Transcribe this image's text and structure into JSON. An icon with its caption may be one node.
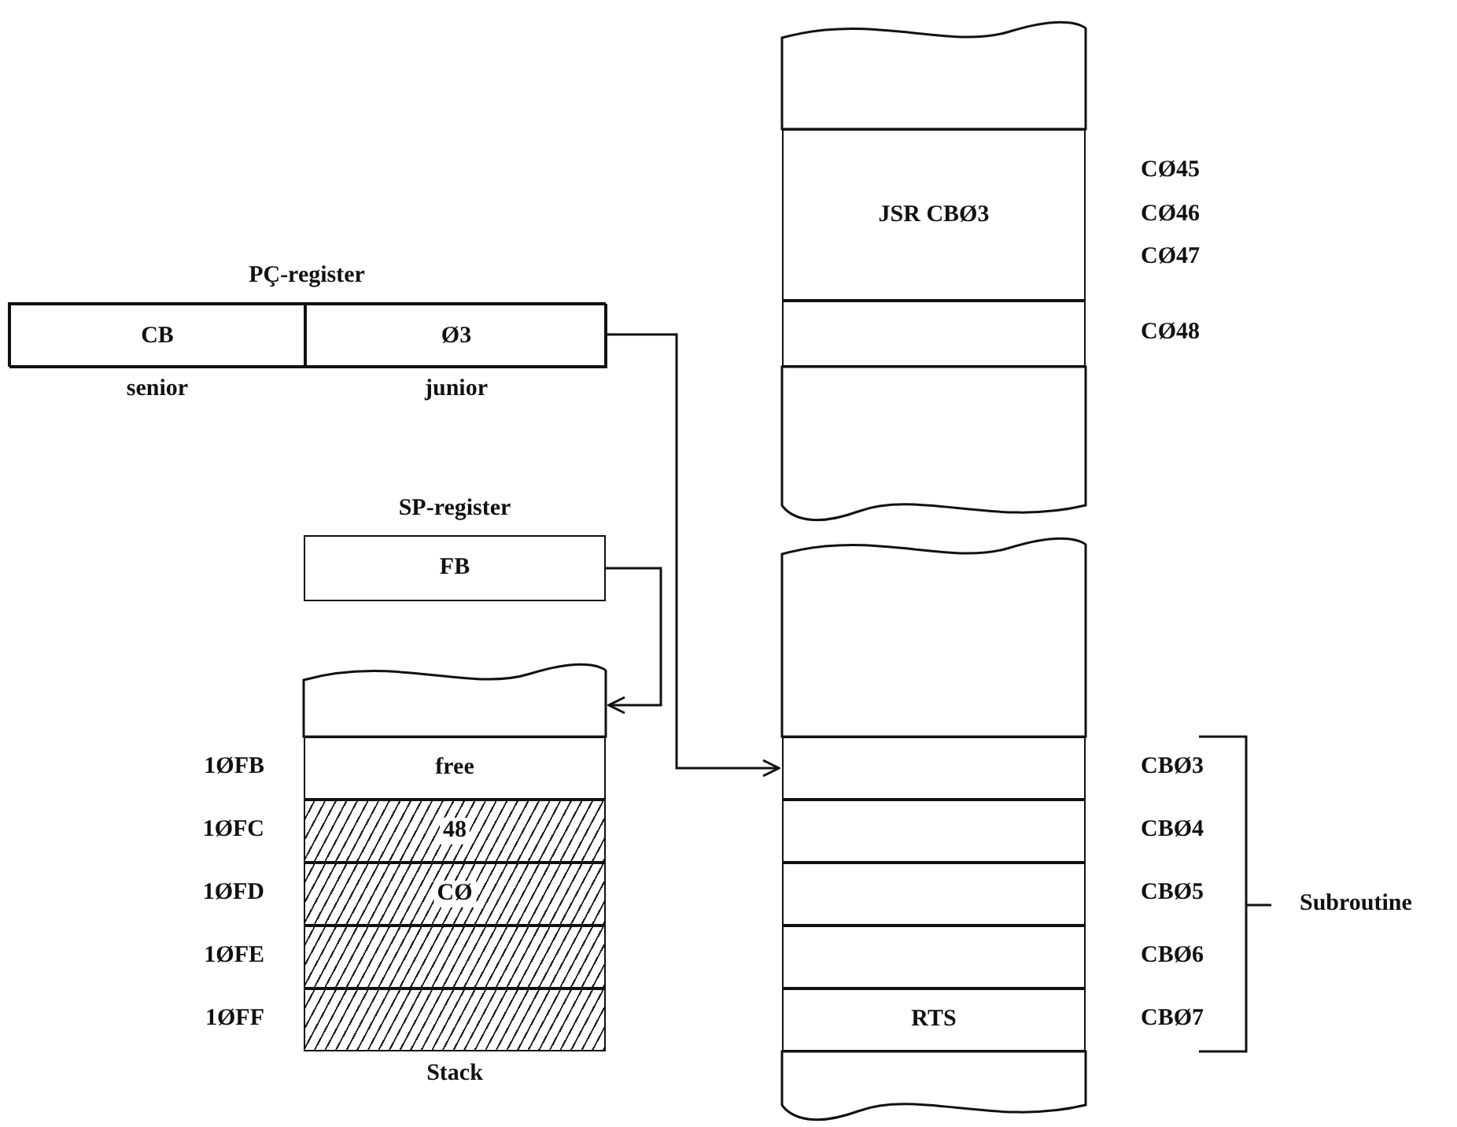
{
  "diagram": {
    "nodes": [
      {
        "text": [
          "PÇ-register"
        ]
      },
      {
        "text": [
          "CB"
        ],
        "in": 0,
        "beside": [
          "senior"
        ]
      },
      {
        "text": [
          "Ø3"
        ],
        "in": 0,
        "beside": [
          "junior"
        ]
      },
      {
        "text": [
          "SP-register",
          "FB"
        ]
      },
      {
        "text": [
          "Stack"
        ]
      },
      {
        "text": [],
        "shape": "box",
        "in": 4
      },
      {
        "text": [
          "free"
        ],
        "in": 4,
        "beside": [
          "1ØFB"
        ]
      },
      {
        "text": [
          "48"
        ],
        "in": 4,
        "beside": [
          "1ØFC"
        ]
      },
      {
        "text": [
          "CØ"
        ],
        "in": 4,
        "beside": [
          "1ØFD"
        ]
      },
      {
        "text": [],
        "shape": "box",
        "in": 4,
        "beside": [
          "1ØFE"
        ]
      },
      {
        "text": [],
        "shape": "box",
        "in": 4,
        "beside": [
          "1ØFF"
        ]
      },
      {
        "text": [],
        "shape": "box"
      },
      {
        "text": [
          "JSR CBØ3"
        ],
        "beside": [
          "CØ45",
          "CØ46",
          "CØ47"
        ]
      },
      {
        "text": [],
        "shape": "box",
        "beside": [
          "CØ48"
        ]
      },
      {
        "text": [],
        "shape": "box"
      },
      {
        "text": [],
        "shape": "box"
      },
      {
        "text": [],
        "shape": "box",
        "beside": [
          "CBØ3"
        ]
      },
      {
        "text": [],
        "shape": "box",
        "beside": [
          "CBØ4"
        ]
      },
      {
        "text": [],
        "shape": "box",
        "beside": [
          "CBØ5"
        ]
      },
      {
        "text": [],
        "shape": "box",
        "beside": [
          "CBØ6"
        ]
      },
      {
        "text": [
          "RTS"
        ],
        "beside": [
          "CBØ7"
        ]
      },
      {
        "text": [],
        "shape": "box"
      }
    ],
    "edges": [
      {
        "from": 2,
        "to": 16,
        "arrow": "to"
      },
      {
        "from": 3,
        "to": 5,
        "arrow": "to"
      }
    ],
    "labels": [
      "Subroutine"
    ]
  }
}
